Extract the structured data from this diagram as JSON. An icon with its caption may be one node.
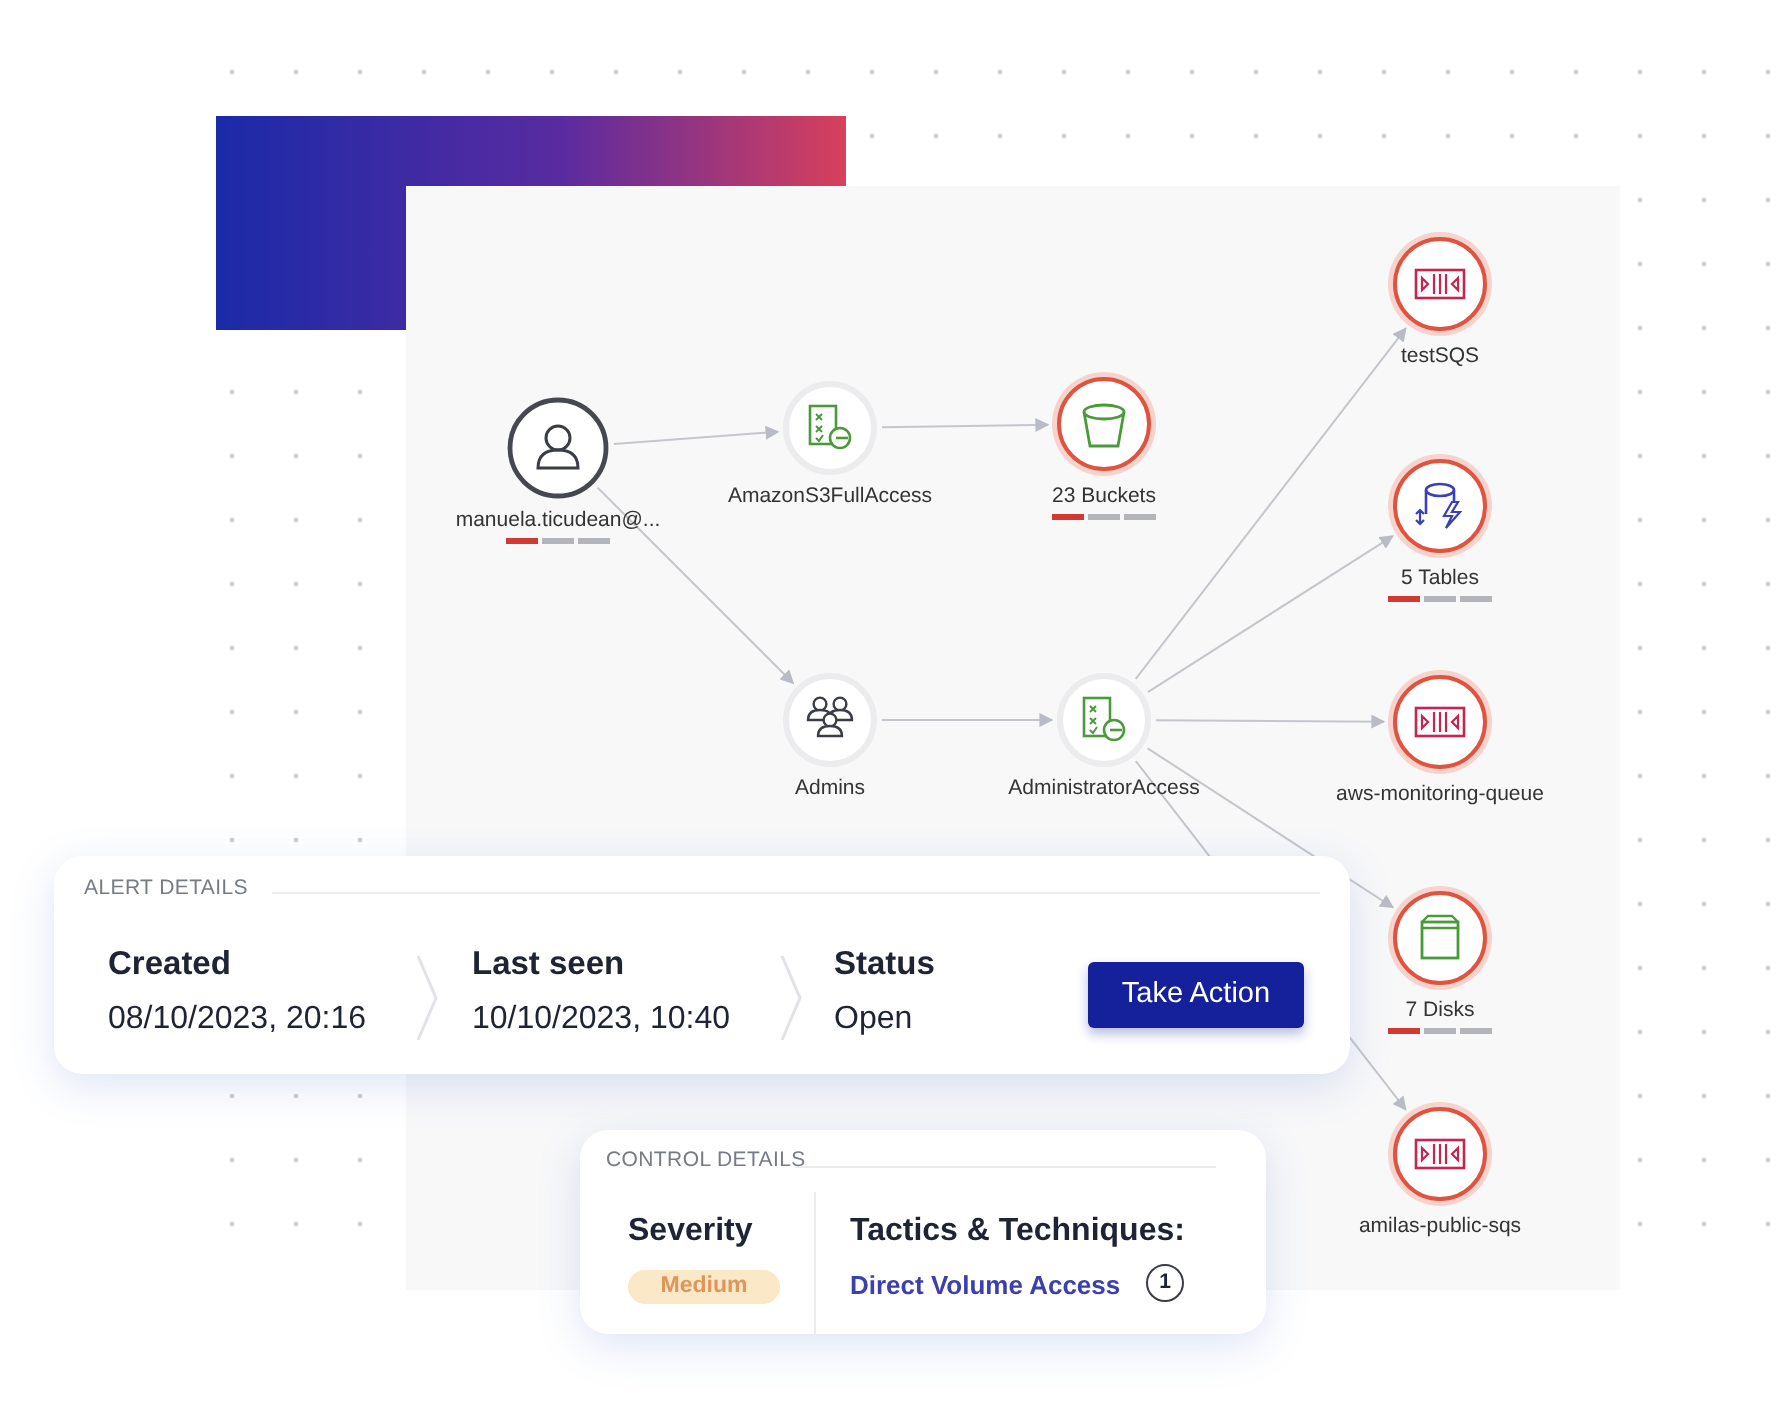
{
  "diagram": {
    "nodes": [
      {
        "text": [
          "manuela.ticudean@..."
        ]
      },
      {
        "text": [
          "AmazonS3FullAccess"
        ]
      },
      {
        "text": [
          "23 Buckets"
        ]
      },
      {
        "text": [
          "Admins"
        ]
      },
      {
        "text": [
          "AdministratorAccess"
        ]
      },
      {
        "text": [
          "testSQS"
        ]
      },
      {
        "text": [
          "5 Tables"
        ]
      },
      {
        "text": [
          "aws-monitoring-queue"
        ]
      },
      {
        "text": [
          "7 Disks"
        ]
      },
      {
        "text": [
          "amilas-public-sqs"
        ]
      }
    ],
    "edges": [
      {
        "from": 0,
        "to": 1,
        "arrow": "to"
      },
      {
        "from": 1,
        "to": 2,
        "arrow": "to"
      },
      {
        "from": 0,
        "to": 3,
        "arrow": "to"
      },
      {
        "from": 3,
        "to": 4,
        "arrow": "to"
      },
      {
        "from": 4,
        "to": 5,
        "arrow": "to"
      },
      {
        "from": 4,
        "to": 6,
        "arrow": "to"
      },
      {
        "from": 4,
        "to": 7,
        "arrow": "to"
      },
      {
        "from": 4,
        "to": 8,
        "arrow": "to"
      },
      {
        "from": 4,
        "to": 9,
        "arrow": "to"
      }
    ],
    "labels": [
      "ALERT DETAILS",
      "Created",
      "08/10/2023, 20:16",
      "Last seen",
      "10/10/2023, 10:40",
      "Status",
      "Open",
      "Take Action",
      "CONTROL DETAILS",
      "Severity",
      "Medium",
      "Tactics & Techniques:",
      "Direct Volume Access",
      "1"
    ]
  }
}
